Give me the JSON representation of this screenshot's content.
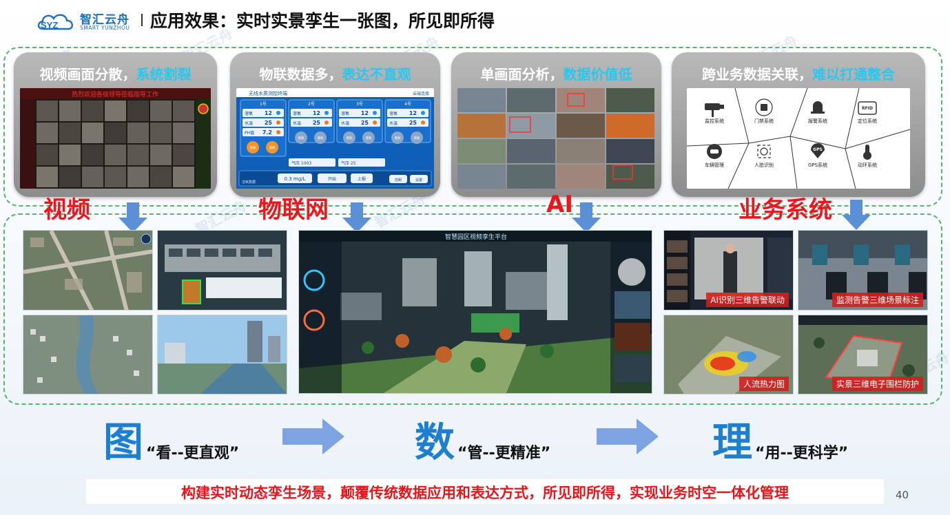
{
  "header": {
    "logo_cn": "智汇云舟",
    "logo_en": "SMART YUNZHOU",
    "logo_mark": "SYZ",
    "title": "应用效果：实时实景孪生一张图，所见即所得"
  },
  "problems": [
    {
      "title_a": "视频画面分散，",
      "title_b": "系统割裂",
      "label": "视频",
      "video_wall_title": "热烈欢迎各级领导莅临指导工作"
    },
    {
      "title_a": "物联数据多，",
      "title_b": "表达不直观",
      "label": "物联网",
      "iot": {
        "app_title": "无线水质测控终端",
        "top_right": "云端连接",
        "panels": [
          {
            "name": "1号",
            "do": "12",
            "temp": "25",
            "ph": "7.2"
          },
          {
            "name": "2号",
            "do": "12",
            "temp": "25"
          },
          {
            "name": "3号",
            "do": "12",
            "temp": "25"
          },
          {
            "name": "4号",
            "do": "12",
            "temp": "25"
          }
        ],
        "do_label": "溶氧",
        "temp_label": "水温",
        "ph_label": "PH值",
        "pump_label": "增氧",
        "gas_label": "气压",
        "gas_value": "1003",
        "gas_temp": "25",
        "bottom_value": "0.3 mg/L",
        "bottom_label": "溶氧数据",
        "btn_start": "开始",
        "btn_upload": "上报",
        "btn_control": "控制",
        "btn_settings": "设置"
      }
    },
    {
      "title_a": "单画面分析，",
      "title_b": "数据价值低",
      "label": "AI"
    },
    {
      "title_a": "跨业务数据关联，",
      "title_b": "难以打通整合",
      "label": "业务系统",
      "systems": [
        {
          "name": "监控系统",
          "icon": "camera-icon"
        },
        {
          "name": "门禁系统",
          "icon": "door-lock-icon"
        },
        {
          "name": "报警系统",
          "icon": "alarm-icon"
        },
        {
          "name": "定位系统",
          "icon": "rfid-icon"
        },
        {
          "name": "车辆管理",
          "icon": "car-icon"
        },
        {
          "name": "人脸识别",
          "icon": "face-icon"
        },
        {
          "name": "GPS系统",
          "icon": "gps-icon"
        },
        {
          "name": "动环系统",
          "icon": "thermometer-icon"
        }
      ],
      "rfid_text": "RFID",
      "gps_text": "GPS"
    }
  ],
  "twin": {
    "center_title": "智慧园区视频孪生平台",
    "captions": [
      "AI识别三维告警联动",
      "监测告警三维场景标注",
      "人流热力图",
      "实景三维电子围栏防护"
    ]
  },
  "summary": [
    {
      "char": "图",
      "text": "“看--更直观”"
    },
    {
      "char": "数",
      "text": "“管--更精准”"
    },
    {
      "char": "理",
      "text": "“用--更科学”"
    }
  ],
  "footer": "构建实时动态孪生场景，颠覆传统数据应用和表达方式，所见即所得，实现业务时空一体化管理",
  "page_number": "40",
  "watermark": "智汇云舟",
  "colors": {
    "accent_blue": "#1e7ed0",
    "highlight_cyan": "#27c8f0",
    "alert_red": "#f0151b",
    "dash_green": "#55b46a",
    "arrow_blue": "#5b8fd6"
  }
}
